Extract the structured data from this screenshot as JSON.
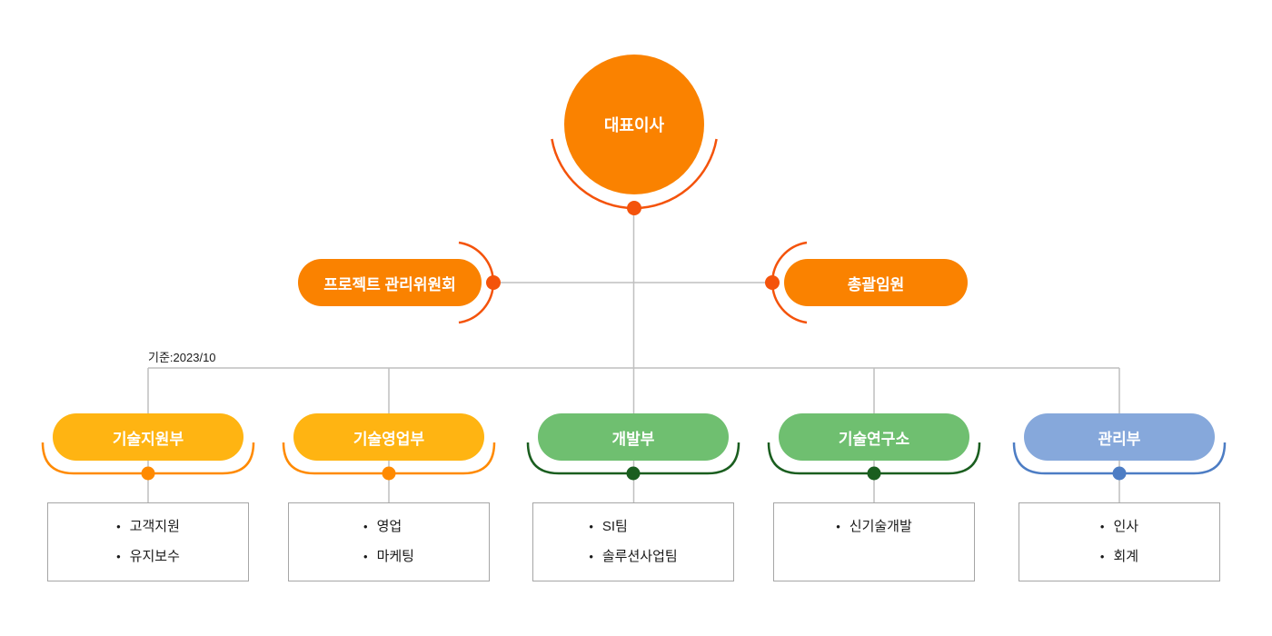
{
  "meta": {
    "note_label": "기준:2023/10"
  },
  "palette": {
    "orange": "#FA8200",
    "orange_red": "#F4530B",
    "yellow": "#FFB412",
    "yellow_arc": "#FF8A00",
    "green": "#6FBF70",
    "green_arc": "#1A5E1F",
    "blue": "#86A8DB",
    "blue_arc": "#4D7DC4",
    "line_gray": "#BFBFBF",
    "box_border": "#A6A6A6",
    "text_dark": "#1A1A1A",
    "node_text": "#FFFFFF"
  },
  "org": {
    "root": {
      "label": "대표이사"
    },
    "staff_nodes": [
      {
        "label": "프로젝트 관리위원회"
      },
      {
        "label": "총괄임원"
      }
    ],
    "departments": [
      {
        "name": "기술지원부",
        "color": "yellow",
        "items": [
          "고객지원",
          "유지보수"
        ]
      },
      {
        "name": "기술영업부",
        "color": "yellow",
        "items": [
          "영업",
          "마케팅"
        ]
      },
      {
        "name": "개발부",
        "color": "green",
        "items": [
          "SI팀",
          "솔루션사업팀"
        ]
      },
      {
        "name": "기술연구소",
        "color": "green",
        "items": [
          "신기술개발"
        ]
      },
      {
        "name": "관리부",
        "color": "blue",
        "items": [
          "인사",
          "회계"
        ]
      }
    ]
  }
}
